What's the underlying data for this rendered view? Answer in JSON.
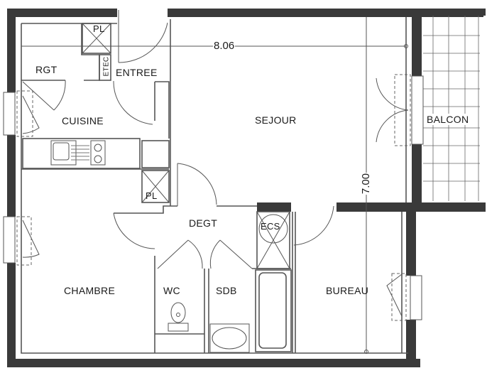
{
  "plan": {
    "type": "apartment floor plan",
    "colors": {
      "wall": "#3a3a3a",
      "line": "#555555",
      "background": "#ffffff"
    },
    "dimensions": {
      "width_label": "8.06",
      "height_label": "7.00"
    },
    "rooms": {
      "rgt": "RGT",
      "entree": "ENTREE",
      "cuisine": "CUISINE",
      "sejour": "SEJOUR",
      "balcon": "BALCON",
      "degt": "DEGT",
      "chambre": "CHAMBRE",
      "wc": "WC",
      "sdb": "SDB",
      "bureau": "BUREAU"
    },
    "fixtures": {
      "pl_top": "PL",
      "pl_mid": "PL",
      "etec": "ETEC",
      "ecs": "ECS"
    }
  }
}
